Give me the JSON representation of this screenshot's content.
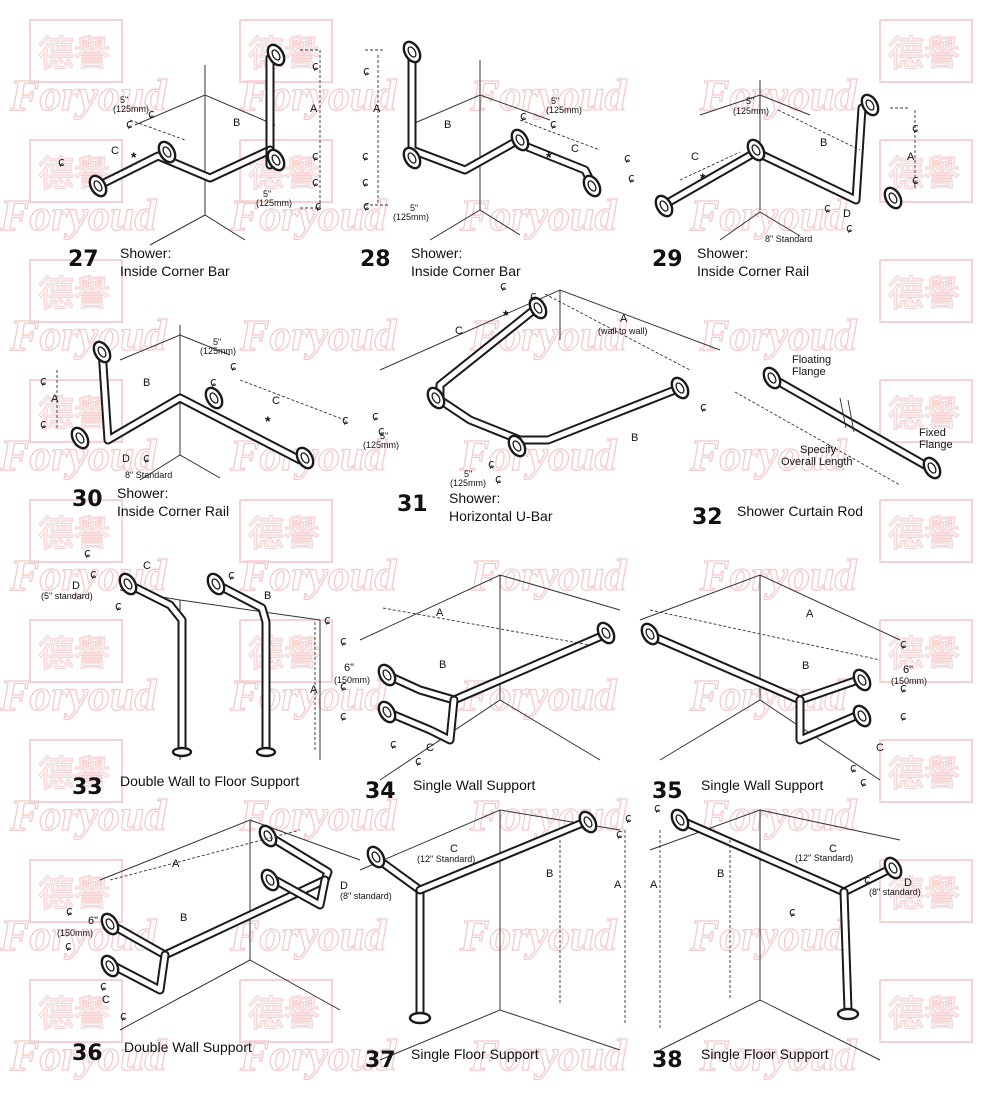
{
  "watermark": {
    "brand_text": "Foryoud",
    "seal_glyphs": "德譽"
  },
  "diagrams": [
    {
      "number": "27",
      "caption_lines": [
        "Shower:",
        "Inside Corner Bar"
      ],
      "labels": {
        "A": "A",
        "B": "B",
        "C": "C",
        "m1": "5\"",
        "m1s": "(125mm)",
        "m2": "5\"",
        "m2s": "(125mm)",
        "star": "*"
      }
    },
    {
      "number": "28",
      "caption_lines": [
        "Shower:",
        "Inside Corner Bar"
      ],
      "labels": {
        "A": "A",
        "B": "B",
        "C": "C",
        "m1": "5\"",
        "m1s": "(125mm)",
        "m2": "5\"",
        "m2s": "(125mm)",
        "star": "*"
      }
    },
    {
      "number": "29",
      "caption_lines": [
        "Shower:",
        "Inside Corner Rail"
      ],
      "labels": {
        "A": "A",
        "B": "B",
        "C": "C",
        "D": "D",
        "m1": "5\"",
        "m1s": "(125mm)",
        "std": "8\" Standard",
        "star": "*"
      }
    },
    {
      "number": "30",
      "caption_lines": [
        "Shower:",
        "Inside Corner Rail"
      ],
      "labels": {
        "A": "A",
        "B": "B",
        "C": "C",
        "D": "D",
        "m1": "5\"",
        "m1s": "(125mm)",
        "std": "8\" Standard",
        "star": "*"
      }
    },
    {
      "number": "31",
      "caption_lines": [
        "Shower:",
        "Horizontal U-Bar"
      ],
      "labels": {
        "A": "A",
        "As": "(wall to wall)",
        "B": "B",
        "C": "C",
        "m1": "5\"",
        "m1s": "(125mm)",
        "m2": "5\"",
        "m2s": "(125mm)",
        "star": "*"
      }
    },
    {
      "number": "32",
      "caption_lines": [
        "Shower Curtain Rod"
      ],
      "labels": {
        "float": "Floating",
        "float2": "Flange",
        "fixed": "Fixed",
        "fixed2": "Flange",
        "spec": "Specify",
        "spec2": "Overall Length"
      }
    },
    {
      "number": "33",
      "caption_lines": [
        "Double Wall to Floor Support"
      ],
      "labels": {
        "A": "A",
        "B": "B",
        "C": "C",
        "D": "D",
        "Ds": "(5\" standard)"
      }
    },
    {
      "number": "34",
      "caption_lines": [
        "Single Wall Support"
      ],
      "labels": {
        "A": "A",
        "B": "B",
        "C": "C",
        "m": "6\"",
        "ms": "(150mm)"
      }
    },
    {
      "number": "35",
      "caption_lines": [
        "Single Wall Support"
      ],
      "labels": {
        "A": "A",
        "B": "B",
        "C": "C",
        "m": "6\"",
        "ms": "(150mm)"
      }
    },
    {
      "number": "36",
      "caption_lines": [
        "Double Wall Support"
      ],
      "labels": {
        "A": "A",
        "B": "B",
        "C": "C",
        "D": "D",
        "Ds": "(8\" standard)",
        "m": "6\"",
        "ms": "(150mm)"
      }
    },
    {
      "number": "37",
      "caption_lines": [
        "Single Floor Support"
      ],
      "labels": {
        "A": "A",
        "B": "B",
        "C": "C",
        "Cs": "(12\" Standard)"
      }
    },
    {
      "number": "38",
      "caption_lines": [
        "Single Floor Support"
      ],
      "labels": {
        "A": "A",
        "B": "B",
        "C": "C",
        "Cs": "(12\" Standard)",
        "D": "D",
        "Ds": "(8\" standard)"
      }
    }
  ],
  "icons": {
    "screw": "screw-icon",
    "flange": "flange-icon"
  },
  "colors": {
    "watermark": "#f4c9c9",
    "line": "#1a1a1a",
    "background": "#ffffff"
  }
}
